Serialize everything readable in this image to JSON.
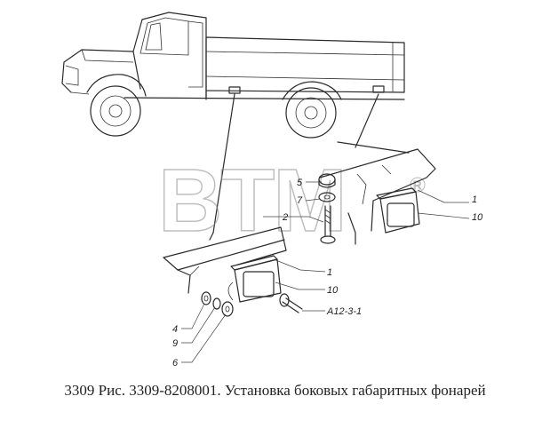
{
  "caption": "3309 Рис. 3309-8208001. Установка боковых габаритных фонарей",
  "watermark": {
    "text": "BTM",
    "mark": "R"
  },
  "callouts": [
    {
      "id": "c1a",
      "text": "1"
    },
    {
      "id": "c10a",
      "text": "10"
    },
    {
      "id": "c5",
      "text": "5"
    },
    {
      "id": "c7",
      "text": "7"
    },
    {
      "id": "c2",
      "text": "2"
    },
    {
      "id": "c1b",
      "text": "1"
    },
    {
      "id": "c10b",
      "text": "10"
    },
    {
      "id": "ca12",
      "text": "А12-3-1"
    },
    {
      "id": "c4",
      "text": "4"
    },
    {
      "id": "c9",
      "text": "9"
    },
    {
      "id": "c6",
      "text": "6"
    }
  ]
}
